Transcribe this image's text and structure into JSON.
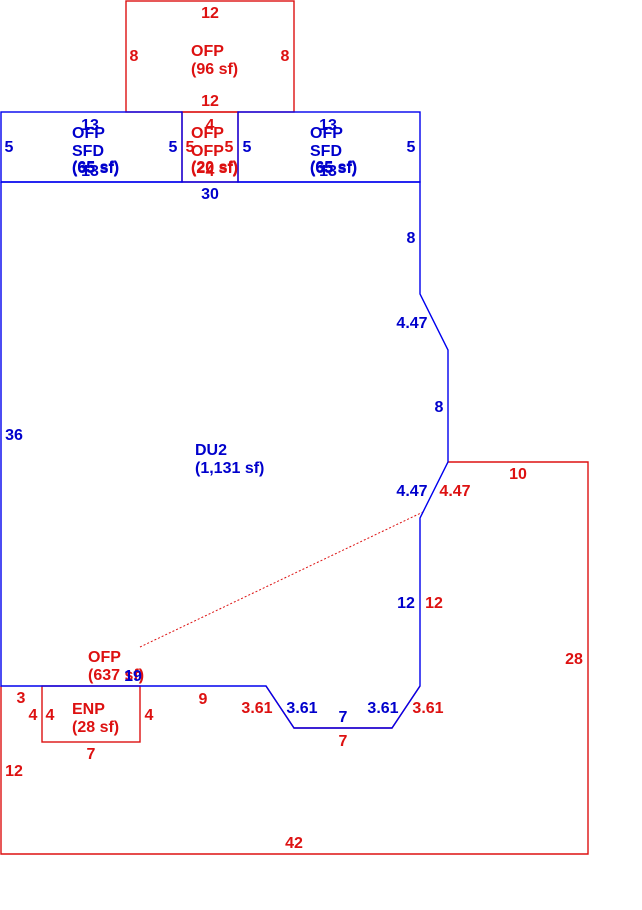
{
  "colors": {
    "blue": "#0000cc",
    "red": "#dd1111"
  },
  "areas": {
    "du2": {
      "name": "DU2",
      "area": "(1,131 sf)"
    },
    "ofp_top": {
      "name": "OFP",
      "area": "(96 sf)"
    },
    "ofp_left": {
      "name": "OFP",
      "area": "(65 sf)"
    },
    "sfd_left": {
      "name": "SFD",
      "area": "(65 sf)"
    },
    "ofp_mid_a": {
      "name": "OFP",
      "area": "(20 sf)"
    },
    "ofp_mid_b": {
      "name": "OFP",
      "area": "(20 sf)"
    },
    "ofp_right": {
      "name": "OFP",
      "area": "(65 sf)"
    },
    "sfd_right": {
      "name": "SFD",
      "area": "(65 sf)"
    },
    "ofp_big": {
      "name": "OFP",
      "area": "(637 sf)"
    },
    "enp": {
      "name": "ENP",
      "area": "(28 sf)"
    }
  },
  "dims": {
    "top_porch_top": "12",
    "top_porch_bottom": "12",
    "top_porch_left": "8",
    "top_porch_right": "8",
    "strip_left_top": "13",
    "strip_left_bottom": "13",
    "strip_left_side": "5",
    "strip_left_inner": "5",
    "strip_mid_top": "4",
    "strip_mid_bottom": "4",
    "strip_mid_left": "5",
    "strip_mid_right": "5",
    "strip_right_inner": "5",
    "strip_right_top": "13",
    "strip_right_bottom": "13",
    "strip_right_side": "5",
    "du2_top": "30",
    "du2_right_1": "8",
    "du2_diag_1": "4.47",
    "du2_right_2": "8",
    "du2_diag_2": "4.47",
    "du2_right_3": "12",
    "du2_left": "36",
    "du2_bottom_left": "19",
    "du2_bottom_mid": "9",
    "du2_notch_left": "3.61",
    "du2_notch_bottom": "7",
    "du2_notch_right": "3.61",
    "ofp_big_diag": "4.47",
    "ofp_big_top": "10",
    "ofp_big_inner": "12",
    "ofp_big_right": "28",
    "ofp_big_notch_left": "3.61",
    "ofp_big_notch_bottom": "7",
    "ofp_big_notch_right": "3.61",
    "ofp_big_bottom": "42",
    "ofp_big_left_upper": "3",
    "ofp_big_left_lower": "12",
    "enp_left": "4",
    "enp_right": "4",
    "enp_bottom": "7"
  }
}
